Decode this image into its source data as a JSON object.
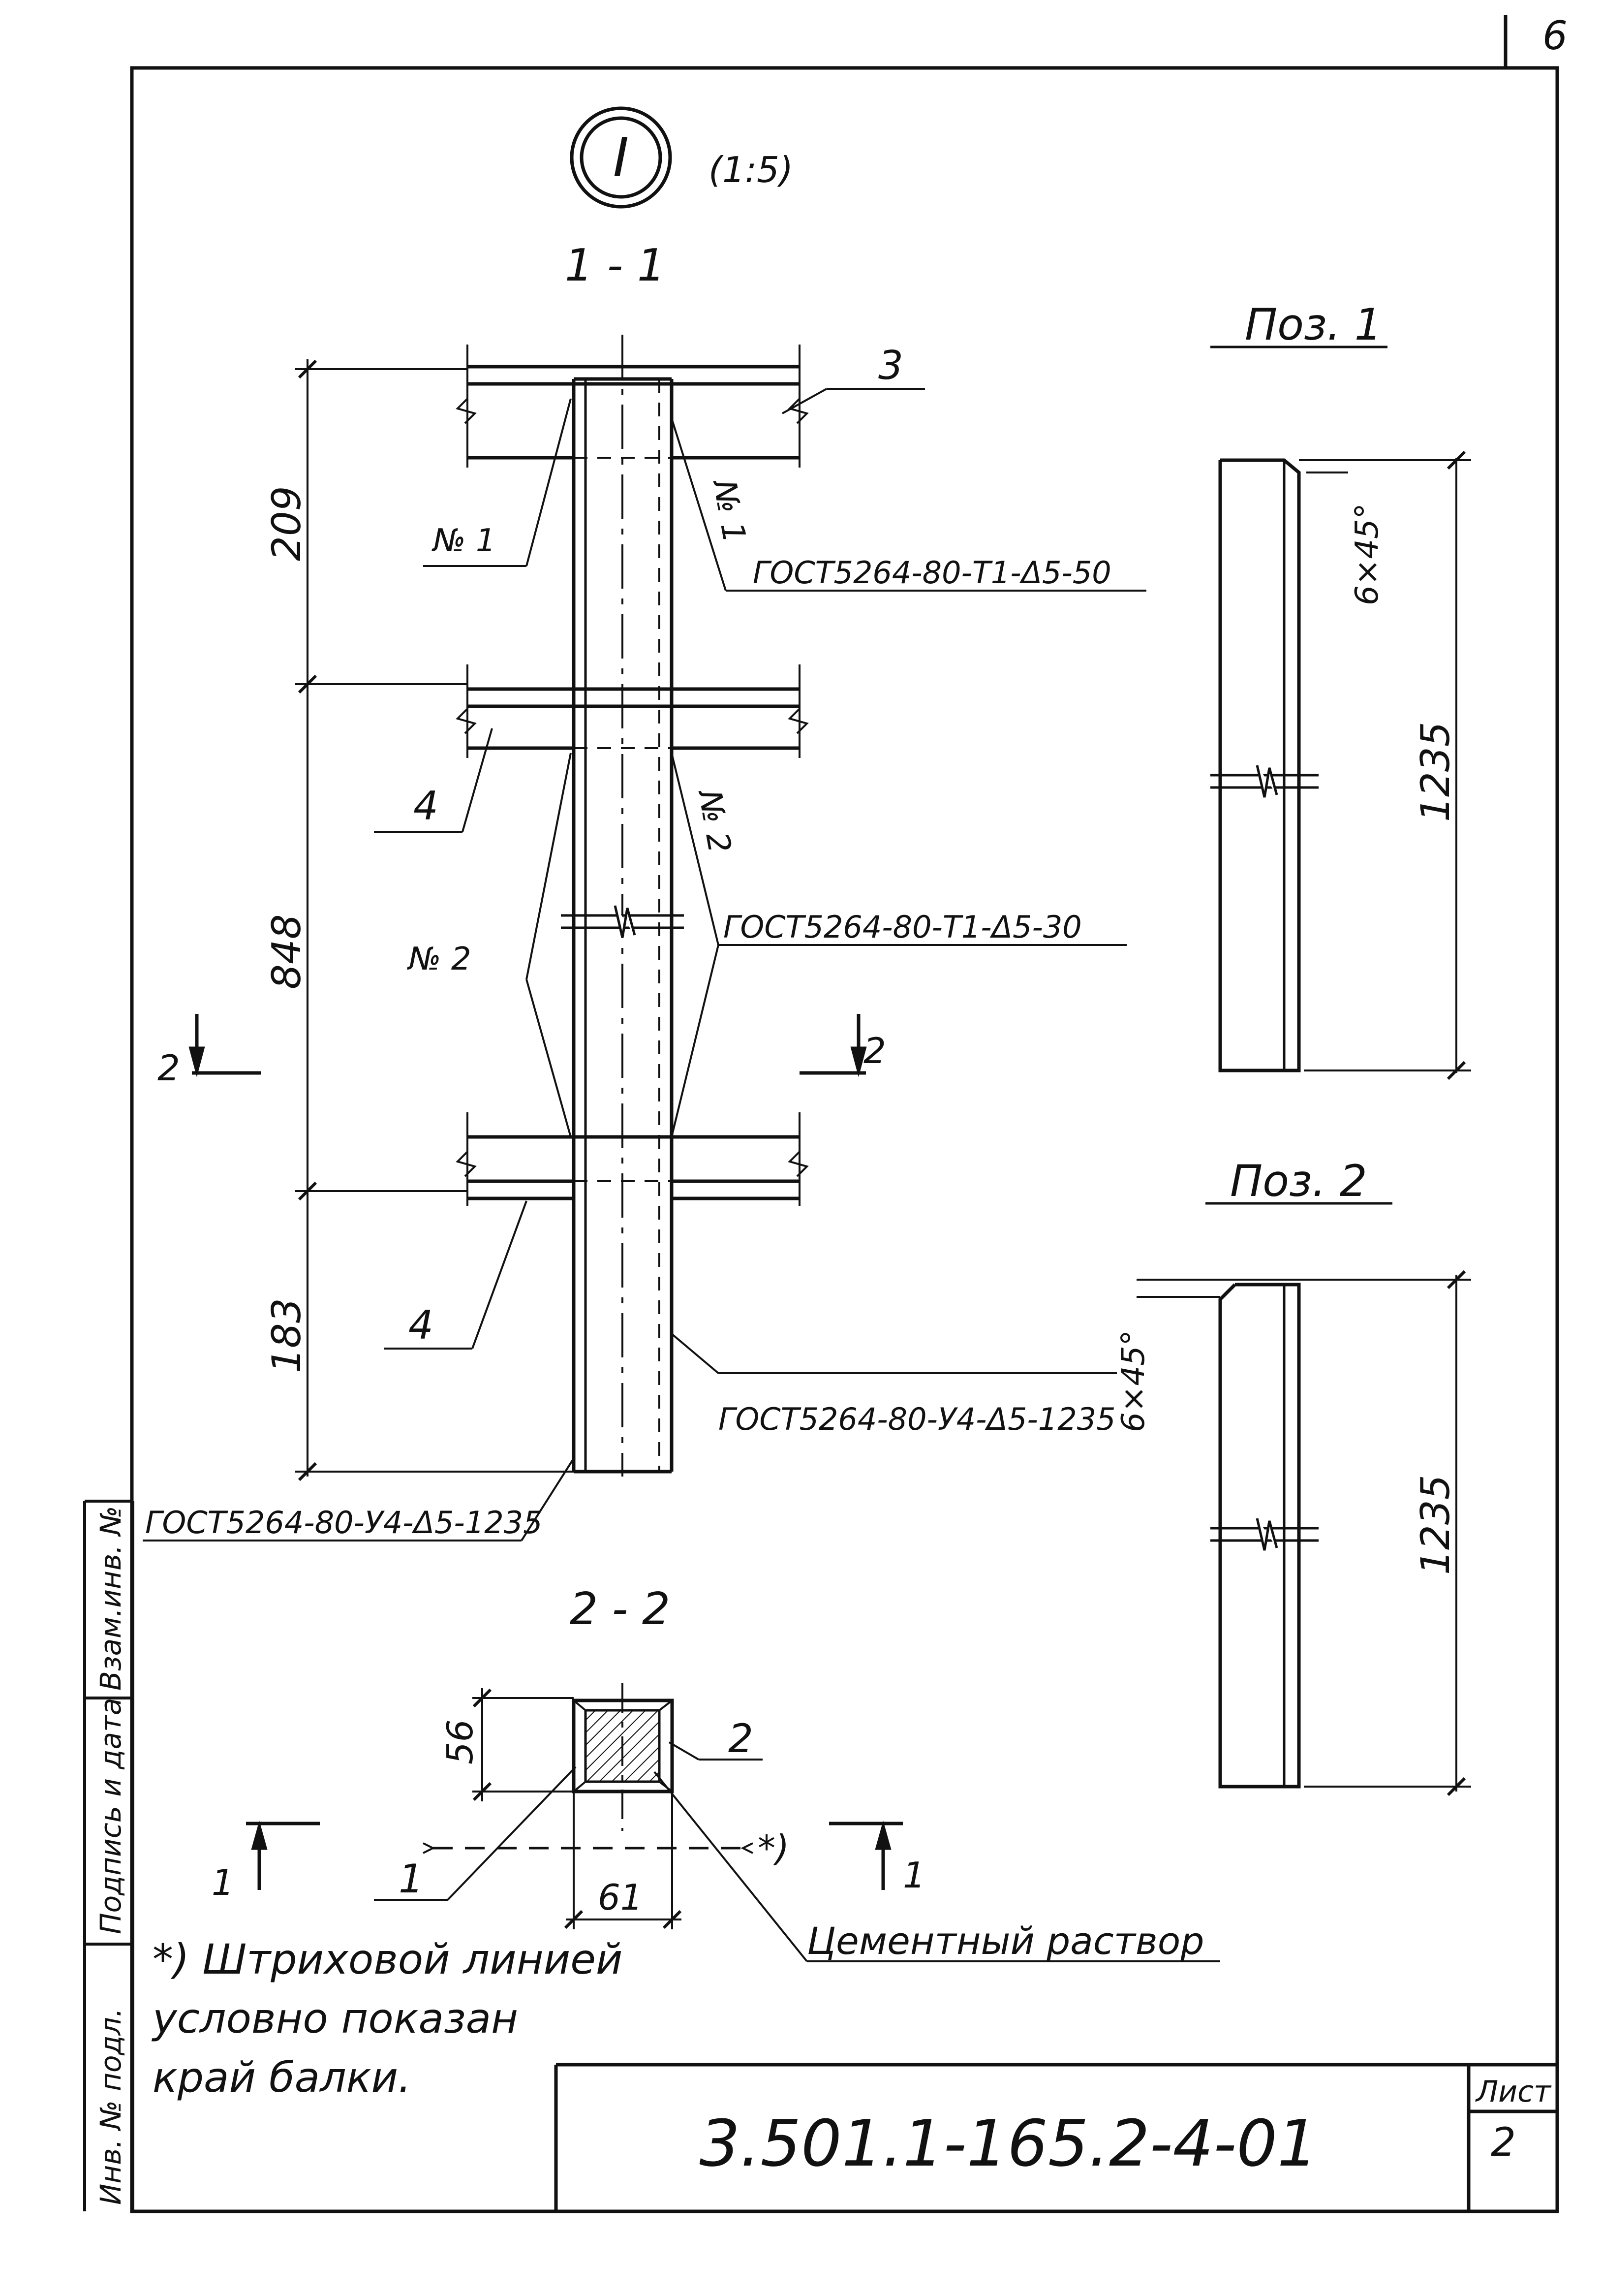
{
  "page_number": "6",
  "detail": {
    "roman": "I",
    "scale": "(1:5)"
  },
  "section_1_1": {
    "title": "1 - 1",
    "dims": [
      "209",
      "848",
      "183"
    ],
    "callouts": {
      "pos3": "3",
      "pos4_upper": "4",
      "pos4_lower": "4",
      "weld_no1_left": "№ 1",
      "weld_no1_right": "№ 1",
      "weld_no2_left": "№ 2",
      "weld_no2_right": "№ 2"
    },
    "welds": {
      "t1_50": "ГОСТ5264-80-Т1-Δ5-50",
      "t1_30": "ГОСТ5264-80-Т1-Δ5-30",
      "u4_right": "ГОСТ5264-80-У4-Δ5-1235",
      "u4_left": "ГОСТ5264-80-У4-Δ5-1235"
    },
    "cut_marks": {
      "left": "2",
      "right": "2"
    }
  },
  "pos1": {
    "title": "Поз. 1",
    "chamfer": "6×45°",
    "length": "1235"
  },
  "pos2": {
    "title": "Поз. 2",
    "chamfer": "6×45°",
    "length": "1235"
  },
  "section_2_2": {
    "title": "2 - 2",
    "height": "56",
    "width": "61",
    "label_pos1": "1",
    "label_pos2": "2",
    "asterisk": "*)",
    "mortar": "Цементный раствор",
    "cut_marks": {
      "left": "1",
      "right": "1"
    }
  },
  "note": {
    "line1": "*) Штриховой линией",
    "line2": "условно показан",
    "line3": "край балки."
  },
  "side_stamp": {
    "field1": "Инв. № подл.",
    "field2": "Подпись и дата",
    "field3": "Взам.инв. №"
  },
  "title_block": {
    "designation": "3.501.1-165.2-4-01",
    "sheet_label": "Лист",
    "sheet_number": "2"
  }
}
